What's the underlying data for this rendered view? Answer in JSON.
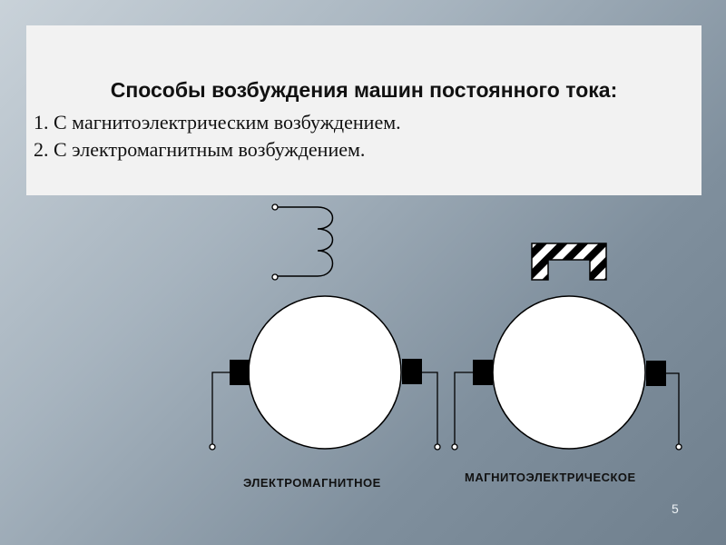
{
  "slide": {
    "title": "Способы возбуждения машин постоянного тока:",
    "items": [
      "1. С магнитоэлектрическим возбуждением.",
      "2. С электромагнитным возбуждением."
    ],
    "page_number": "5"
  },
  "diagram": {
    "left_label": "ЭЛЕКТРОМАГНИТНОЕ",
    "right_label": "МАГНИТОЭЛЕКТРИЧЕСКОЕ",
    "colors": {
      "circle_fill": "#ffffff",
      "stroke": "#000000",
      "brush": "#000000"
    }
  }
}
